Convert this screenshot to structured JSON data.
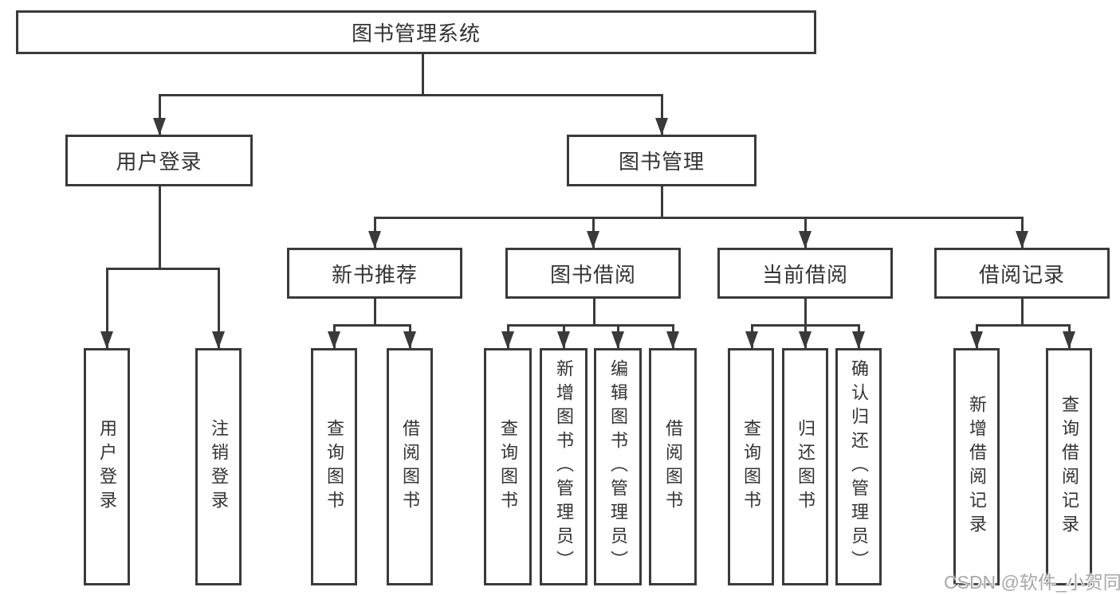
{
  "tree": {
    "label": "图书管理系统",
    "children": [
      {
        "label": "用户登录",
        "children": [
          {
            "label": "用户登录"
          },
          {
            "label": "注销登录"
          }
        ]
      },
      {
        "label": "图书管理",
        "children": [
          {
            "label": "新书推荐",
            "children": [
              {
                "label": "查询图书"
              },
              {
                "label": "借阅图书"
              }
            ]
          },
          {
            "label": "图书借阅",
            "children": [
              {
                "label": "查询图书"
              },
              {
                "label": "新增图书（管理员）"
              },
              {
                "label": "编辑图书（管理员）"
              },
              {
                "label": "借阅图书"
              }
            ]
          },
          {
            "label": "当前借阅",
            "children": [
              {
                "label": "查询图书"
              },
              {
                "label": "归还图书"
              },
              {
                "label": "确认归还（管理员）"
              }
            ]
          },
          {
            "label": "借阅记录",
            "children": [
              {
                "label": "新增借阅记录"
              },
              {
                "label": "查询借阅记录"
              }
            ]
          }
        ]
      }
    ]
  },
  "watermark": {
    "text": "CSDN @软件_小贺同学"
  },
  "colors": {
    "line": "#3a3a3a",
    "box_border": "#3a3a3a",
    "text": "#333333",
    "watermark_text": "#a8a8a8",
    "background": "#ffffff"
  }
}
